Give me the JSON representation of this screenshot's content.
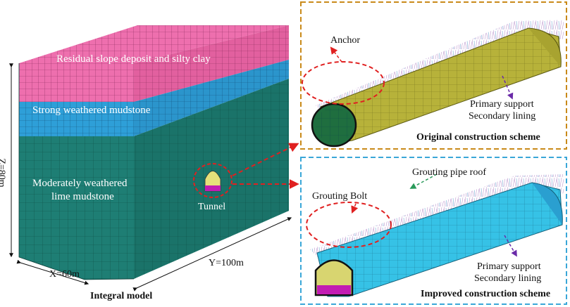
{
  "left": {
    "layer_top": "Residual slope deposit and silty clay",
    "layer_mid": "Strong weathered mudstone",
    "layer_bottom_1": "Moderately weathered",
    "layer_bottom_2": "lime mudstone",
    "tunnel": "Tunnel",
    "z_dim": "Z=80m",
    "x_dim": "X=60m",
    "y_dim": "Y=100m",
    "caption": "Integral model"
  },
  "original": {
    "anchor": "Anchor",
    "primary": "Primary support",
    "secondary": "Secondary lining",
    "caption": "Original construction scheme"
  },
  "improved": {
    "pipe_roof": "Grouting pipe roof",
    "bolt": "Grouting Bolt",
    "primary": "Primary support",
    "secondary": "Secondary lining",
    "caption": "Improved construction scheme"
  },
  "colors": {
    "layer_top": "#ee6fae",
    "layer_mid": "#2e9fd8",
    "layer_bottom": "#1e7e74",
    "tunnel_fill": "#e6e07a",
    "tunnel_invert": "#c21cb3",
    "original_frame": "#c98a1a",
    "improved_frame": "#3aa7d8",
    "original_lining": "#b7b23a",
    "improved_lining": "#36c2e6",
    "callout": "#e02020"
  }
}
